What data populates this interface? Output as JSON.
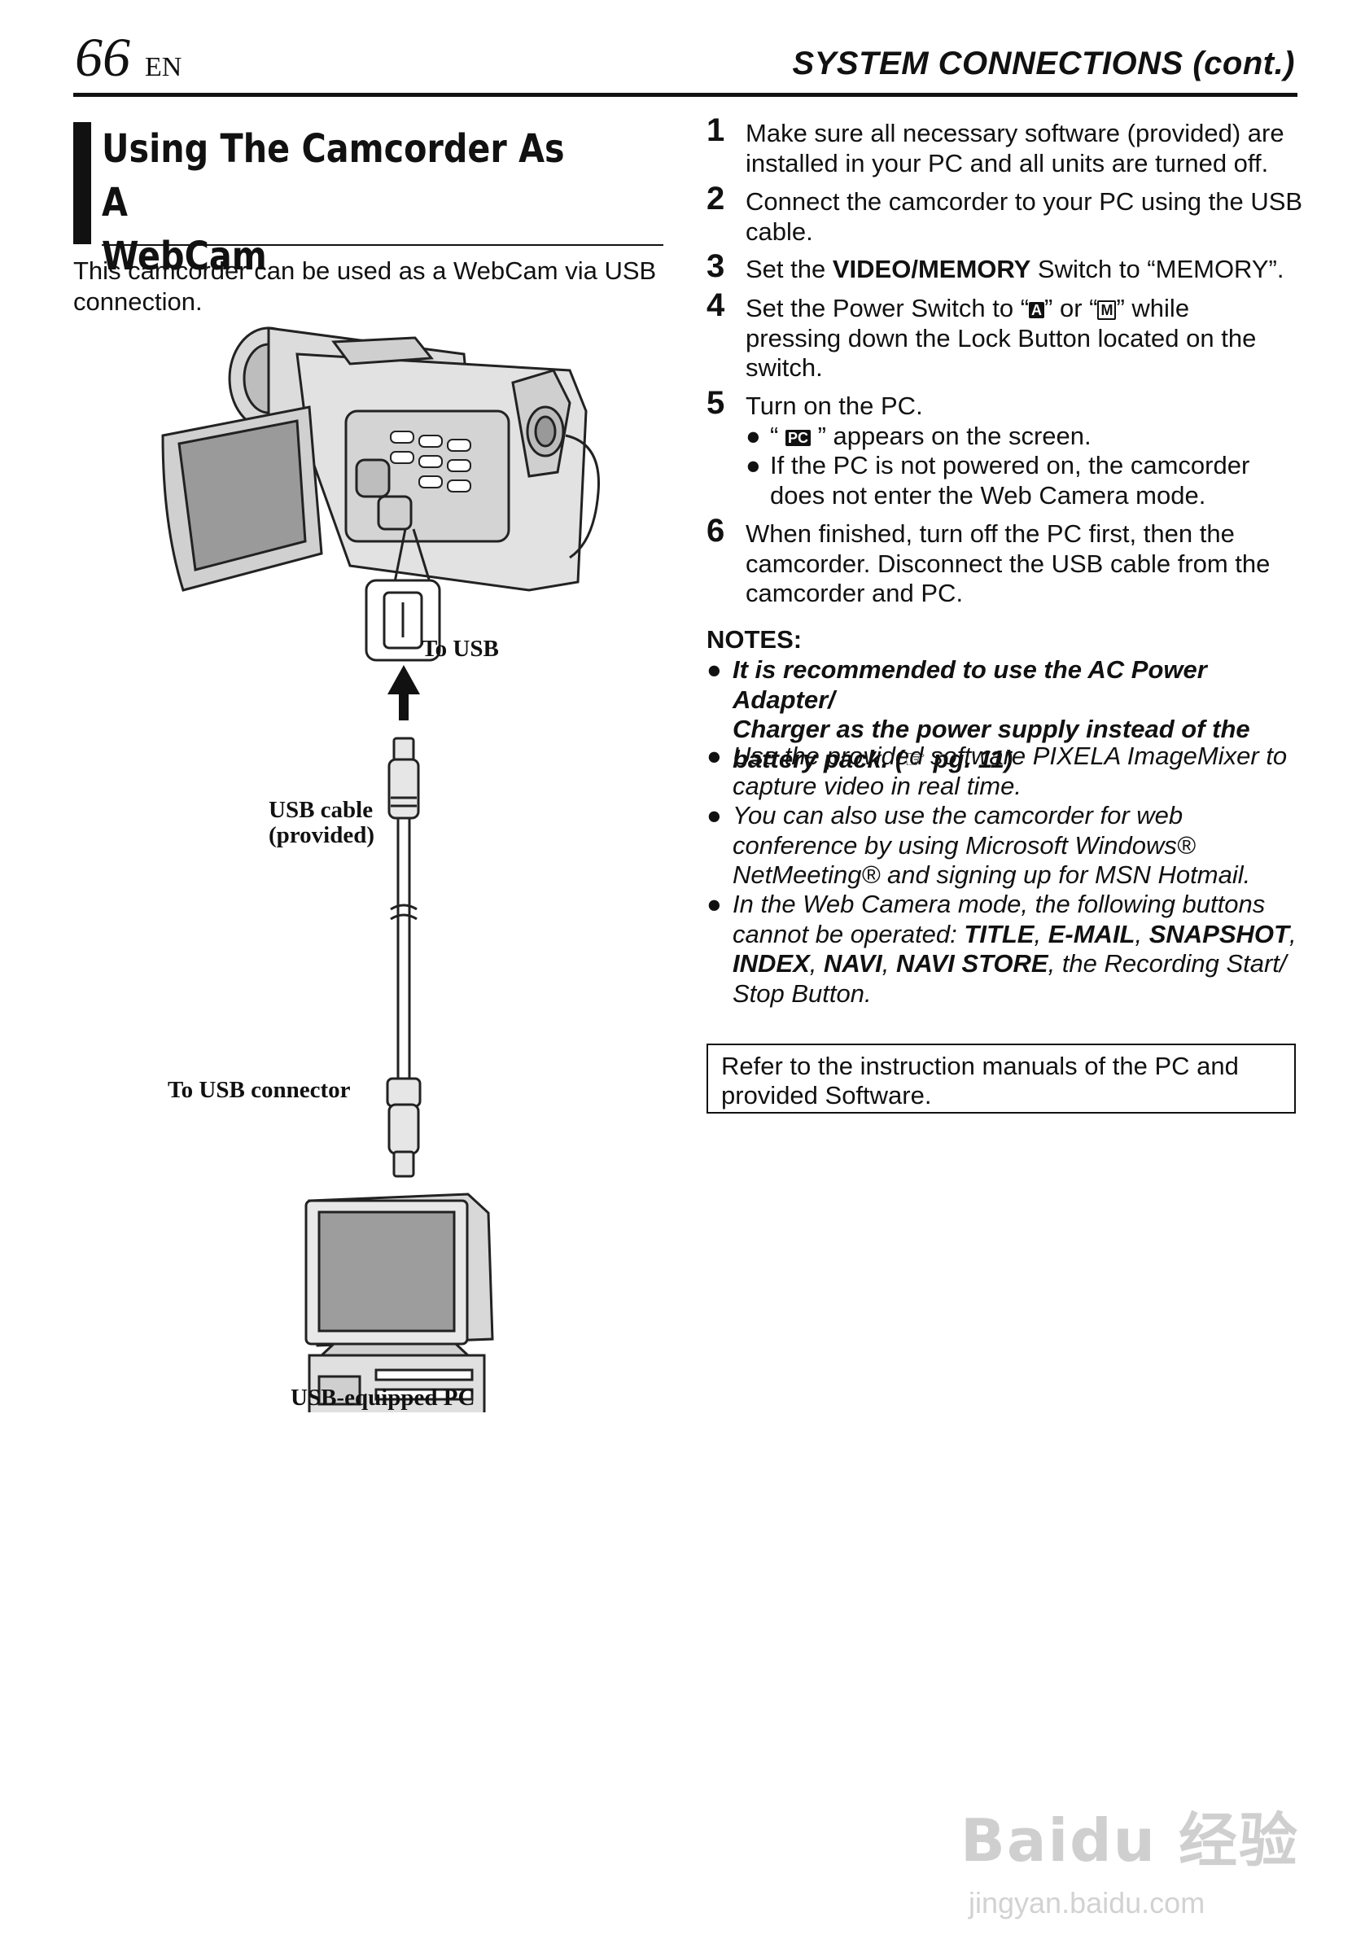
{
  "header": {
    "page_number": "66",
    "language": "EN",
    "section_title": "SYSTEM CONNECTIONS (cont.)"
  },
  "heading": {
    "line1": "Using The Camcorder As A",
    "line2": "WebCam"
  },
  "intro": {
    "line1": "This camcorder can be used as a WebCam via USB",
    "line2": "connection."
  },
  "diagram": {
    "label_to_usb": "To USB",
    "label_usb_cable_1": "USB cable",
    "label_usb_cable_2": "(provided)",
    "label_to_usb_connector": "To USB connector",
    "label_pc": "USB-equipped PC"
  },
  "steps": [
    {
      "num": "1",
      "l1": "Make sure all necessary software (provided) are",
      "l2": "installed in your PC and all units are turned off."
    },
    {
      "num": "2",
      "l1": "Connect the camcorder to your PC using the USB",
      "l2": "cable."
    },
    {
      "num": "3",
      "pre": "Set the ",
      "bold": "VIDEO/MEMORY",
      "post": " Switch to “MEMORY”."
    },
    {
      "num": "4",
      "a": "Set the Power Switch to “",
      "icon_a": "A",
      "b": "” or “",
      "icon_m": "M",
      "c": "” while",
      "l2": "pressing down the Lock Button located on the",
      "l3": "switch."
    },
    {
      "num": "5",
      "l1": "Turn on the PC.",
      "b1_pre": "“ ",
      "b1_icon": "PC",
      "b1_post": " ” appears on the screen.",
      "b2_l1": "If the PC is not powered on, the camcorder",
      "b2_l2": "does not enter the Web Camera mode."
    },
    {
      "num": "6",
      "l1": "When finished, turn off the PC first, then the",
      "l2": "camcorder. Disconnect the USB cable from the",
      "l3": "camcorder and PC."
    }
  ],
  "notes": {
    "title": "NOTES:",
    "n1_l1": "It is recommended to use the AC Power Adapter/",
    "n1_l2": "Charger as the power supply instead of the",
    "n1_l3": "battery pack. (☞ pg. 11)",
    "n2_l1": "Use the provided software PIXELA ImageMixer to",
    "n2_l2": "capture video in real time.",
    "n3_l1": "You can also use the camcorder for web",
    "n3_l2": "conference by using Microsoft Windows®",
    "n3_l3": "NetMeeting® and signing up for MSN Hotmail.",
    "n4_l1": "In the Web Camera mode, the following buttons",
    "n4_l2_a": "cannot be operated: ",
    "n4_l2_b": "TITLE",
    "n4_l2_c": ", ",
    "n4_l2_d": "E-MAIL",
    "n4_l2_e": ", ",
    "n4_l2_f": "SNAPSHOT",
    "n4_l2_g": ",",
    "n4_l3_a": "INDEX",
    "n4_l3_b": ", ",
    "n4_l3_c": "NAVI",
    "n4_l3_d": ", ",
    "n4_l3_e": "NAVI STORE",
    "n4_l3_f": ", the Recording Start/",
    "n4_l4": "Stop Button."
  },
  "refer": {
    "l1": "Refer to the instruction manuals of the PC and",
    "l2": "provided Software."
  },
  "watermark": {
    "main": "Baidu 经验",
    "sub": "jingyan.baidu.com"
  }
}
